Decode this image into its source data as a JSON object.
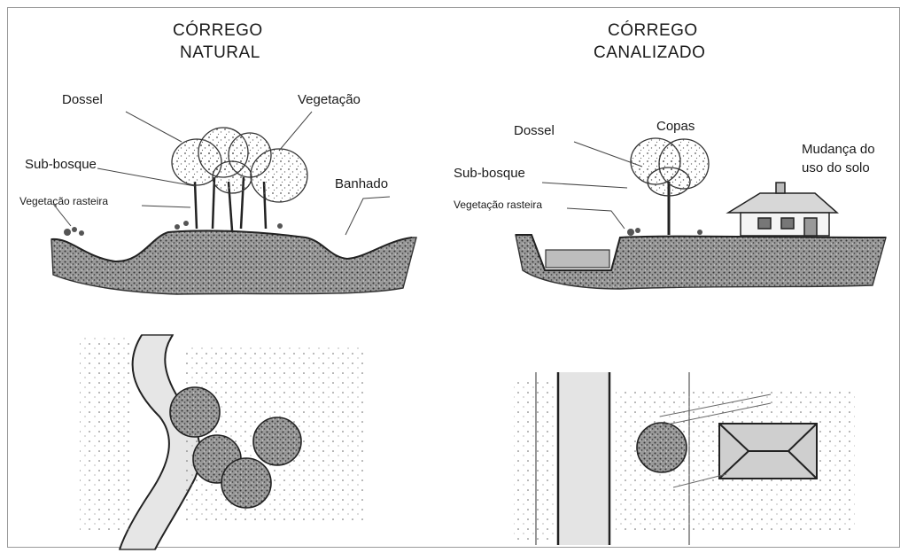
{
  "left_panel": {
    "title_line1": "CÓRREGO",
    "title_line2": "NATURAL",
    "labels": {
      "dossel": "Dossel",
      "vegetacao": "Vegetação",
      "sub_bosque": "Sub-bosque",
      "banhado": "Banhado",
      "vegetacao_rasteira": "Vegetação rasteira"
    }
  },
  "right_panel": {
    "title_line1": "CÓRREGO",
    "title_line2": "CANALIZADO",
    "labels": {
      "dossel": "Dossel",
      "copas": "Copas",
      "mudanca_line1": "Mudança do",
      "mudanca_line2": "uso do solo",
      "sub_bosque": "Sub-bosque",
      "vegetacao_rasteira": "Vegetação rasteira"
    }
  },
  "colors": {
    "ink": "#1a1a1a",
    "ground": "#6b6b6b",
    "canopy": "#4a4a4a"
  }
}
